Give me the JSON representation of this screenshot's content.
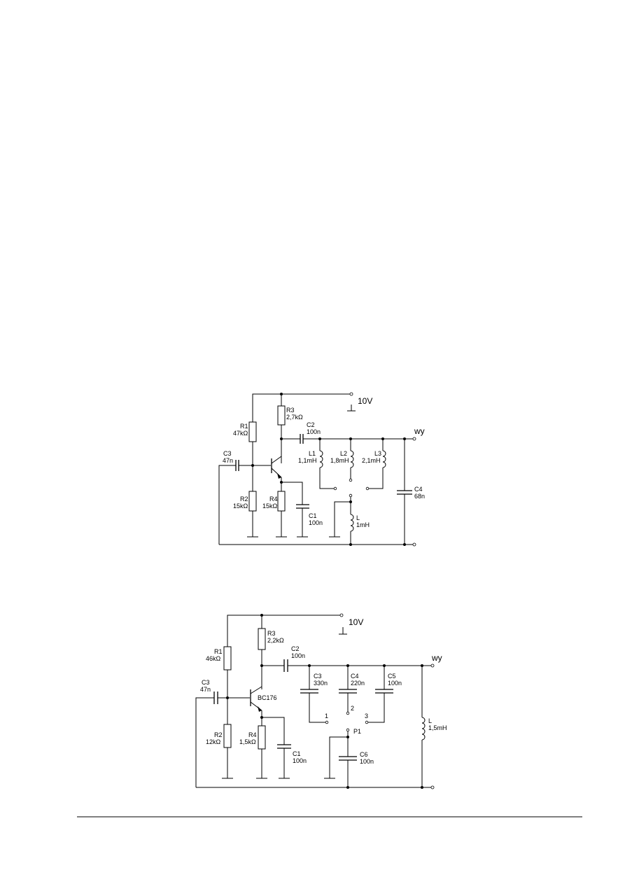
{
  "circuit1": {
    "supply": "10V",
    "output": "wy",
    "R1": {
      "name": "R1",
      "value": "47kΩ"
    },
    "R2": {
      "name": "R2",
      "value": "15kΩ"
    },
    "R3": {
      "name": "R3",
      "value": "2,7kΩ"
    },
    "R4": {
      "name": "R4",
      "value": "15kΩ"
    },
    "C1": {
      "name": "C1",
      "value": "100n"
    },
    "C2": {
      "name": "C2",
      "value": "100n"
    },
    "C3": {
      "name": "C3",
      "value": "47n"
    },
    "C4": {
      "name": "C4",
      "value": "68n"
    },
    "L1": {
      "name": "L1",
      "value": "1,1mH"
    },
    "L2": {
      "name": "L2",
      "value": "1,8mH"
    },
    "L3": {
      "name": "L3",
      "value": "2,1mH"
    },
    "L": {
      "name": "L",
      "value": "1mH"
    }
  },
  "circuit2": {
    "supply": "10V",
    "output": "wy",
    "transistor": "BC176",
    "R1": {
      "name": "R1",
      "value": "46kΩ"
    },
    "R2": {
      "name": "R2",
      "value": "12kΩ"
    },
    "R3": {
      "name": "R3",
      "value": "2,2kΩ"
    },
    "R4": {
      "name": "R4",
      "value": "1,5kΩ"
    },
    "C1": {
      "name": "C1",
      "value": "100n"
    },
    "C2": {
      "name": "C2",
      "value": "100n"
    },
    "C3": {
      "name": "C3",
      "value": "47n"
    },
    "C3b": {
      "name": "C3",
      "value": "330n"
    },
    "C4": {
      "name": "C4",
      "value": "220n"
    },
    "C5": {
      "name": "C5",
      "value": "100n"
    },
    "C6": {
      "name": "C6",
      "value": "100n"
    },
    "L": {
      "name": "L",
      "value": "1,5mH"
    },
    "switch": "P1",
    "pos1": "1",
    "pos2": "2",
    "pos3": "3"
  }
}
